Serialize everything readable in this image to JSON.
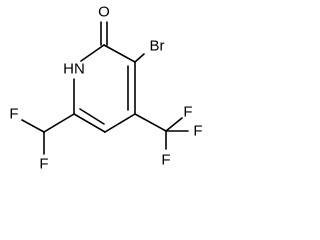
{
  "molecule": {
    "atoms": {
      "oxygen": "O",
      "nitrogen": "HN",
      "bromine": "Br",
      "fluorine_chf2_top": "F",
      "fluorine_chf2_bottom": "F",
      "fluorine_cf3_right": "F",
      "fluorine_cf3_top_right": "F",
      "fluorine_cf3_bottom": "F"
    }
  }
}
